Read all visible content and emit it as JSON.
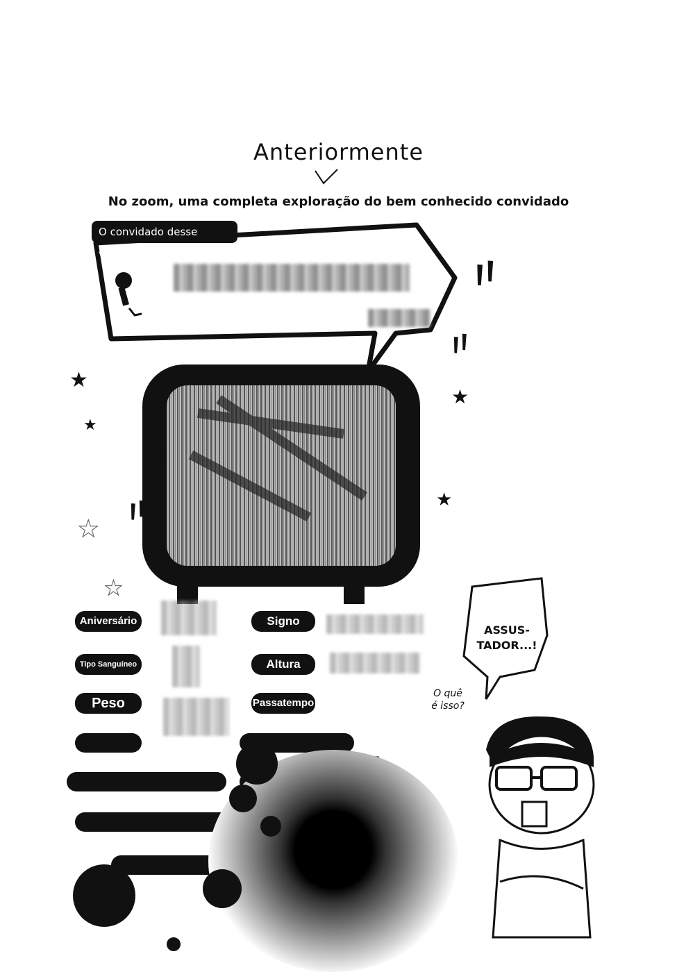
{
  "header": {
    "title": "Anteriormente",
    "subtitle": "No zoom, uma completa exploração do bem conhecido convidado"
  },
  "guest_tag": "O convidado desse volume é",
  "profile_labels": {
    "birthday": "Aniversário",
    "sign": "Signo",
    "blood_type": "Tipo Sanguíneo",
    "height": "Altura",
    "weight": "Peso",
    "hobby": "Passatempo"
  },
  "speech": {
    "shout_line1": "ASSUS-",
    "shout_line2": "TADOR...!",
    "question_line1": "O quê",
    "question_line2": "é isso?"
  },
  "colors": {
    "ink": "#111111",
    "paper": "#ffffff"
  }
}
